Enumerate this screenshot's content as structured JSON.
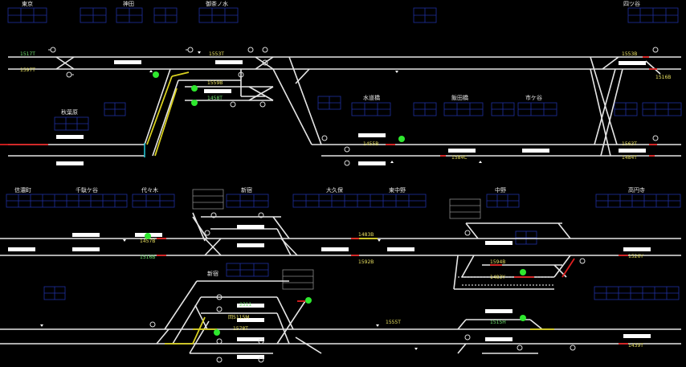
{
  "colors": {
    "background": "#000000",
    "track": "#e6e6e6",
    "occupied": "#d8d020",
    "route": "#e02020",
    "signal_clear": "#2ee82e",
    "train_green": "#6ee06e",
    "train_yellow": "#e8e060",
    "panel_grid": "#2030a0"
  },
  "stations_top": [
    {
      "id": "tokyo",
      "label": "東京"
    },
    {
      "id": "kanda",
      "label": "神田"
    },
    {
      "id": "ochanomizu",
      "label": "御茶ノ水"
    },
    {
      "id": "suidobashi",
      "label": "水道橋"
    },
    {
      "id": "iidabashi",
      "label": "飯田橋"
    },
    {
      "id": "ichigaya",
      "label": "市ケ谷"
    },
    {
      "id": "yotsuya",
      "label": "四ツ谷"
    },
    {
      "id": "akihabara",
      "label": "秋葉原"
    }
  ],
  "stations_bottom": [
    {
      "id": "shinanomachi",
      "label": "信濃町"
    },
    {
      "id": "sendagaya",
      "label": "千駄ケ谷"
    },
    {
      "id": "yoyogi",
      "label": "代々木"
    },
    {
      "id": "shinjuku",
      "label": "新宿"
    },
    {
      "id": "okubo",
      "label": "大久保"
    },
    {
      "id": "higashinakano",
      "label": "東中野"
    },
    {
      "id": "nakano",
      "label": "中野"
    },
    {
      "id": "koenji",
      "label": "高円寺"
    },
    {
      "id": "shinjuku2",
      "label": "新宿"
    }
  ],
  "trains": [
    {
      "id": "t1517t",
      "label": "1517T",
      "color": "green"
    },
    {
      "id": "t1597t",
      "label": "1597T",
      "color": "yellow"
    },
    {
      "id": "t1553t",
      "label": "1553T",
      "color": "yellow"
    },
    {
      "id": "t1559b",
      "label": "1559B",
      "color": "yellow"
    },
    {
      "id": "t1458t",
      "label": "1458T",
      "color": "green"
    },
    {
      "id": "t1455b",
      "label": "1455B",
      "color": "yellow"
    },
    {
      "id": "t1584c",
      "label": "1584C",
      "color": "yellow"
    },
    {
      "id": "t1553b",
      "label": "1553B",
      "color": "yellow"
    },
    {
      "id": "t1516b",
      "label": "1516B",
      "color": "yellow"
    },
    {
      "id": "t1563t",
      "label": "1563T",
      "color": "yellow"
    },
    {
      "id": "t1484t",
      "label": "1484T",
      "color": "yellow"
    },
    {
      "id": "t1457b",
      "label": "1457B",
      "color": "yellow"
    },
    {
      "id": "t1516b2",
      "label": "1516B",
      "color": "green"
    },
    {
      "id": "t1483b",
      "label": "1483B",
      "color": "yellow"
    },
    {
      "id": "t1592b",
      "label": "1592B",
      "color": "yellow"
    },
    {
      "id": "t1594b",
      "label": "1594B",
      "color": "yellow"
    },
    {
      "id": "t1483y",
      "label": "1483Y",
      "color": "yellow"
    },
    {
      "id": "t1526y",
      "label": "1526Y",
      "color": "yellow"
    },
    {
      "id": "t2311",
      "label": "2311",
      "color": "green"
    },
    {
      "id": "t5115m",
      "label": "回5115M",
      "color": "yellow"
    },
    {
      "id": "t1578t",
      "label": "1578T",
      "color": "yellow"
    },
    {
      "id": "t1555t",
      "label": "1555T",
      "color": "yellow"
    },
    {
      "id": "t1515h",
      "label": "1515H",
      "color": "green"
    },
    {
      "id": "t1439t",
      "label": "1439T",
      "color": "yellow"
    }
  ]
}
